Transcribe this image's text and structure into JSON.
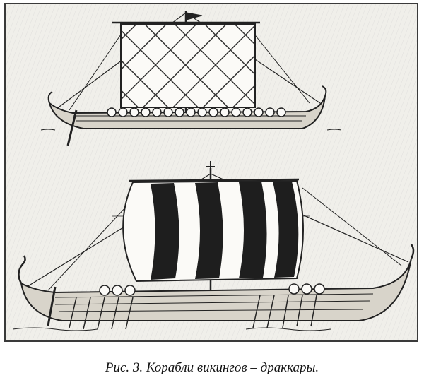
{
  "figure": {
    "caption": "Рис. 3. Корабли викингов – драккары."
  },
  "illustration": {
    "subject_top": "viking-ship-checkered-sail",
    "subject_bottom": "viking-ship-striped-sail",
    "ink_color": "#222222",
    "paper_color": "#f4f3ef"
  }
}
